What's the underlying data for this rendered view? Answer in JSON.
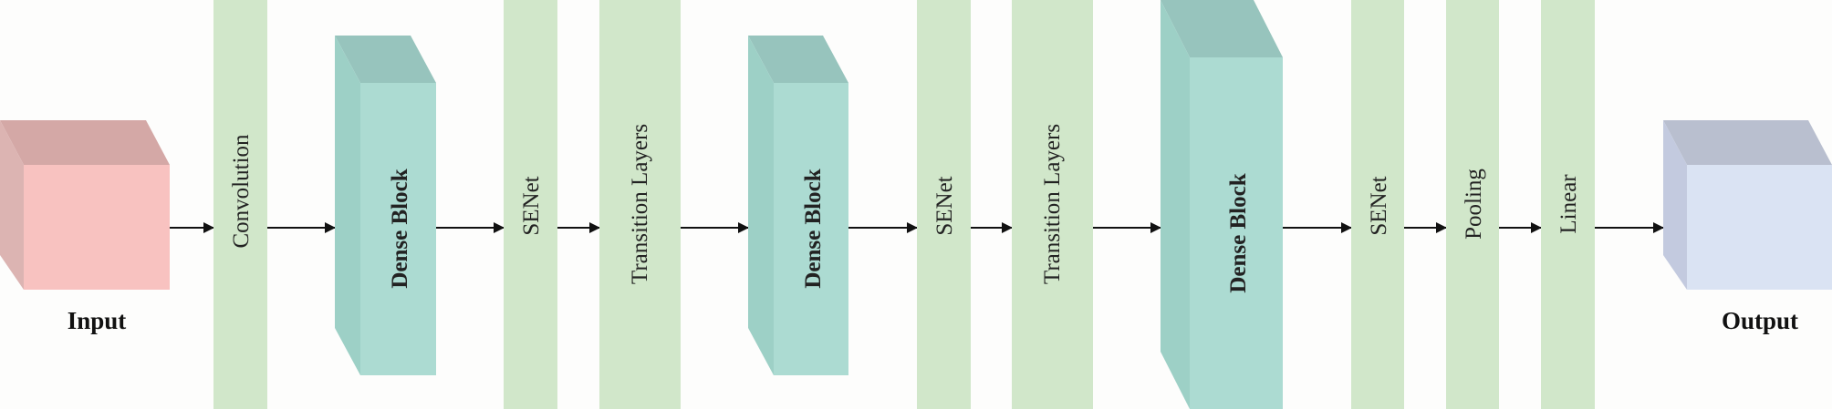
{
  "diagram": {
    "input_label": "Input",
    "output_label": "Output",
    "layers": {
      "convolution": "Convolution",
      "dense_block_1": "Dense Block",
      "senet_1": "SENet",
      "transition_1": "Transition Layers",
      "dense_block_2": "Dense Block",
      "senet_2": "SENet",
      "transition_2": "Transition Layers",
      "dense_block_3": "Dense Block",
      "senet_3": "SENet",
      "pooling": "Pooling",
      "linear": "Linear"
    },
    "colors": {
      "input_front": "#f8c2c0",
      "input_top": "#d4a8a6",
      "input_side": "#dcb4b2",
      "output_front": "#dae3f3",
      "output_top": "#b9bfcf",
      "output_side": "#c3cadf",
      "layer_fill": "#d1e7ca",
      "dense_front": "#acdbd2",
      "dense_top": "#97c4bd",
      "dense_side": "#9dd0c6",
      "arrow": "#111111"
    }
  }
}
